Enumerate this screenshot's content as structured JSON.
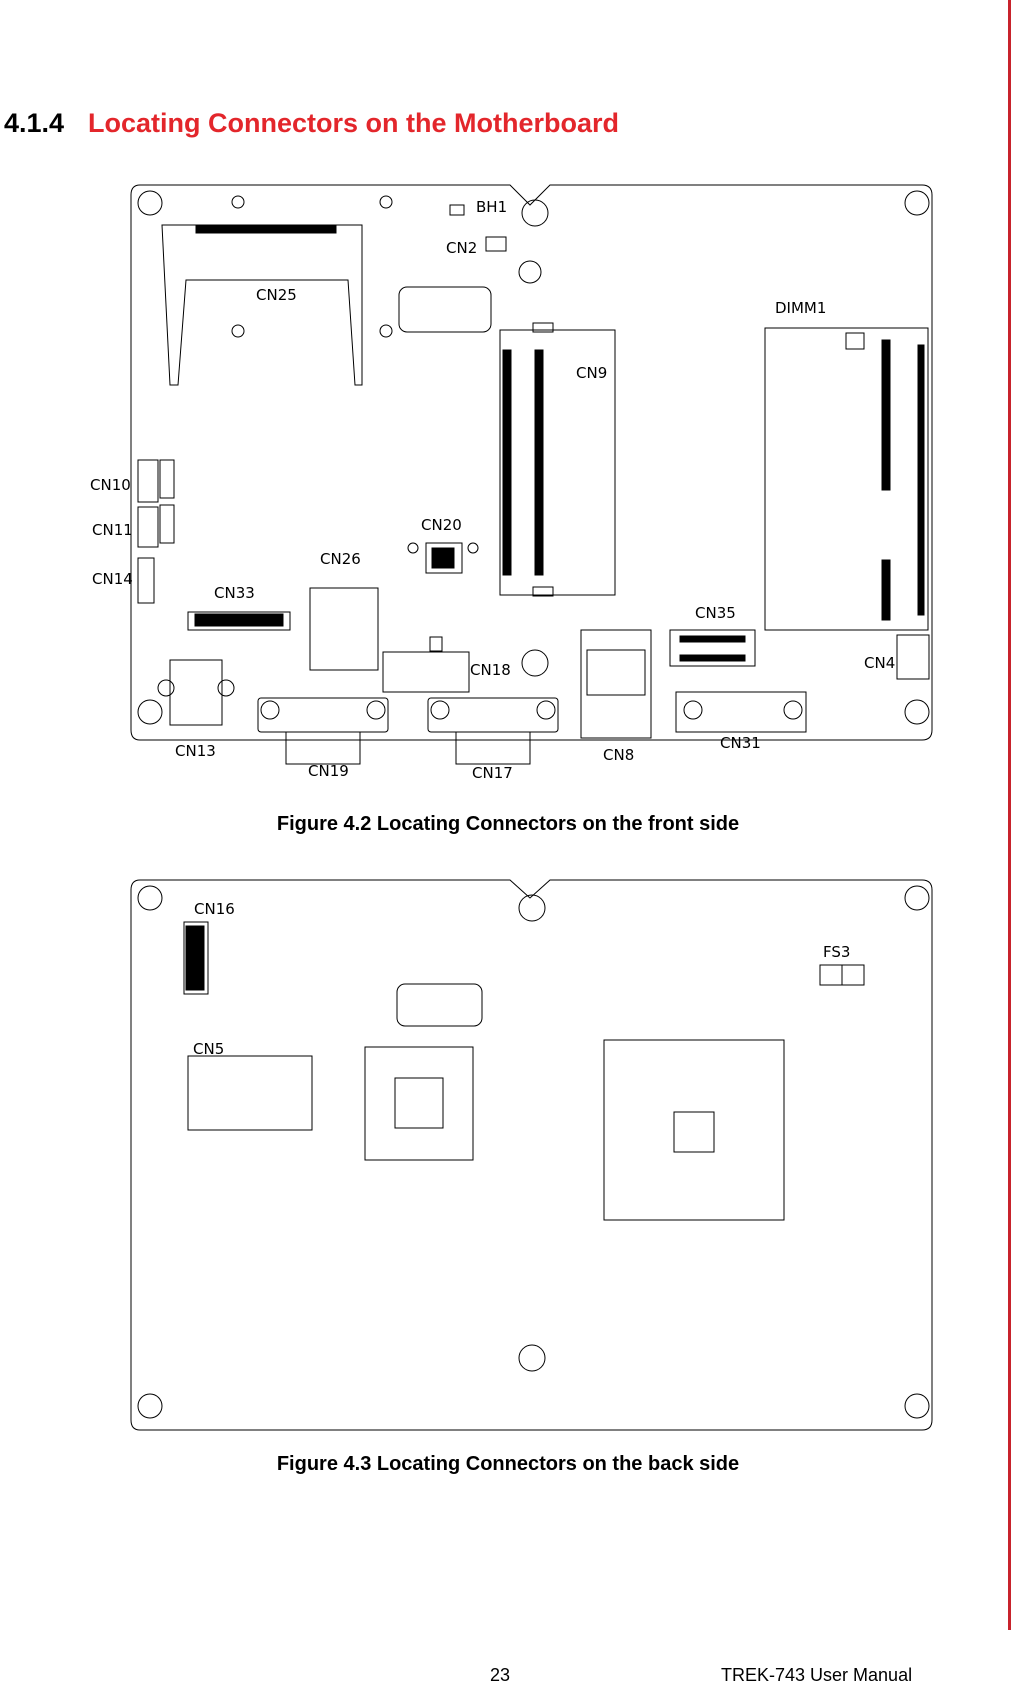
{
  "section": {
    "number": "4.1.4",
    "title": "Locating Connectors on the Motherboard"
  },
  "front": {
    "caption": "Figure 4.2 Locating Connectors on the front side",
    "labels": {
      "bh1": "BH1",
      "cn2": "CN2",
      "cn25": "CN25",
      "dimm1": "DIMM1",
      "cn9": "CN9",
      "cn10": "CN10",
      "cn11": "CN11",
      "cn14": "CN14",
      "cn20": "CN20",
      "cn26": "CN26",
      "cn33": "CN33",
      "cn35": "CN35",
      "cn4": "CN4",
      "cn18": "CN18",
      "cn13": "CN13",
      "cn19": "CN19",
      "cn17": "CN17",
      "cn8": "CN8",
      "cn31": "CN31"
    }
  },
  "back": {
    "caption": "Figure 4.3 Locating Connectors on the back side",
    "labels": {
      "cn16": "CN16",
      "fs3": "FS3",
      "cn5": "CN5"
    }
  },
  "footer": {
    "page": "23",
    "manual": "TREK-743 User Manual"
  },
  "colors": {
    "accent": "#e3262b",
    "rule": "#c8232c"
  }
}
